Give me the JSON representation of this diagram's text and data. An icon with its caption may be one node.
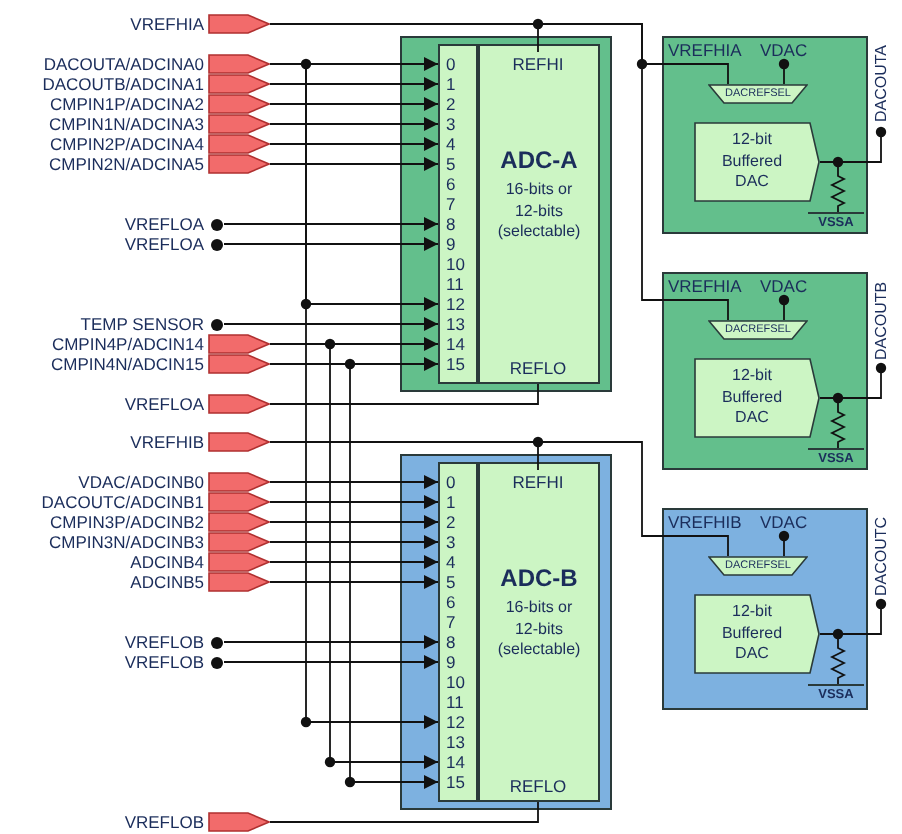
{
  "diagram": {
    "nodes": [
      {
        "text": [
          "VREFHIA"
        ]
      },
      {
        "text": [
          "DACOUTA/ADCINA0"
        ]
      },
      {
        "text": [
          "DACOUTB/ADCINA1"
        ]
      },
      {
        "text": [
          "CMPIN1P/ADCINA2"
        ]
      },
      {
        "text": [
          "CMPIN1N/ADCINA3"
        ]
      },
      {
        "text": [
          "CMPIN2P/ADCINA4"
        ]
      },
      {
        "text": [
          "CMPIN2N/ADCINA5"
        ]
      },
      {
        "text": [
          "VREFLOA"
        ]
      },
      {
        "text": [
          "VREFLOA"
        ]
      },
      {
        "text": [
          "TEMP SENSOR"
        ]
      },
      {
        "text": [
          "CMPIN4P/ADCIN14"
        ]
      },
      {
        "text": [
          "CMPIN4N/ADCIN15"
        ]
      },
      {
        "text": [
          "VREFLOA"
        ]
      },
      {
        "text": [
          "VREFHIB"
        ]
      },
      {
        "text": [
          "VDAC/ADCINB0"
        ]
      },
      {
        "text": [
          "DACOUTC/ADCINB1"
        ]
      },
      {
        "text": [
          "CMPIN3P/ADCINB2"
        ]
      },
      {
        "text": [
          "CMPIN3N/ADCINB3"
        ]
      },
      {
        "text": [
          "ADCINB4"
        ]
      },
      {
        "text": [
          "ADCINB5"
        ]
      },
      {
        "text": [
          "VREFLOB"
        ]
      },
      {
        "text": [
          "VREFLOB"
        ]
      },
      {
        "text": [
          "VREFLOB"
        ]
      },
      {
        "text": [],
        "shape": "box"
      },
      {
        "text": [],
        "shape": "box",
        "in": 23
      },
      {
        "text": [
          "0"
        ],
        "in": 24
      },
      {
        "text": [
          "1"
        ],
        "in": 24
      },
      {
        "text": [
          "2"
        ],
        "in": 24
      },
      {
        "text": [
          "3"
        ],
        "in": 24
      },
      {
        "text": [
          "4"
        ],
        "in": 24
      },
      {
        "text": [
          "5"
        ],
        "in": 24
      },
      {
        "text": [
          "6"
        ],
        "in": 24
      },
      {
        "text": [
          "7"
        ],
        "in": 24
      },
      {
        "text": [
          "8"
        ],
        "in": 24
      },
      {
        "text": [
          "9"
        ],
        "in": 24
      },
      {
        "text": [
          "10"
        ],
        "in": 24
      },
      {
        "text": [
          "11"
        ],
        "in": 24
      },
      {
        "text": [
          "12"
        ],
        "in": 24
      },
      {
        "text": [
          "13"
        ],
        "in": 24
      },
      {
        "text": [
          "14"
        ],
        "in": 24
      },
      {
        "text": [
          "15"
        ],
        "in": 24
      },
      {
        "text": [
          "ADC-A",
          "16-bits or 12-bits (selectable)"
        ],
        "in": 23
      },
      {
        "text": [
          "REFHI"
        ],
        "in": 41
      },
      {
        "text": [
          "REFLO"
        ],
        "in": 41
      },
      {
        "text": [],
        "shape": "box"
      },
      {
        "text": [],
        "shape": "box",
        "in": 44
      },
      {
        "text": [
          "0"
        ],
        "in": 45
      },
      {
        "text": [
          "1"
        ],
        "in": 45
      },
      {
        "text": [
          "2"
        ],
        "in": 45
      },
      {
        "text": [
          "3"
        ],
        "in": 45
      },
      {
        "text": [
          "4"
        ],
        "in": 45
      },
      {
        "text": [
          "5"
        ],
        "in": 45
      },
      {
        "text": [
          "6"
        ],
        "in": 45
      },
      {
        "text": [
          "7"
        ],
        "in": 45
      },
      {
        "text": [
          "8"
        ],
        "in": 45
      },
      {
        "text": [
          "9"
        ],
        "in": 45
      },
      {
        "text": [
          "10"
        ],
        "in": 45
      },
      {
        "text": [
          "11"
        ],
        "in": 45
      },
      {
        "text": [
          "12"
        ],
        "in": 45
      },
      {
        "text": [
          "13"
        ],
        "in": 45
      },
      {
        "text": [
          "14"
        ],
        "in": 45
      },
      {
        "text": [
          "15"
        ],
        "in": 45
      },
      {
        "text": [
          "ADC-B",
          "16-bits or 12-bits (selectable)"
        ],
        "in": 44
      },
      {
        "text": [
          "REFHI"
        ],
        "in": 62
      },
      {
        "text": [
          "REFLO"
        ],
        "in": 62
      },
      {
        "text": [],
        "shape": "box"
      },
      {
        "text": [
          "VDAC"
        ],
        "in": 65
      },
      {
        "text": [
          "DACREFSEL"
        ],
        "in": 65
      },
      {
        "text": [
          "12-bit Buffered DAC"
        ],
        "in": 65
      },
      {
        "text": [
          "VSSA"
        ],
        "in": 65
      },
      {
        "text": [
          "DACOUTA"
        ]
      },
      {
        "text": [],
        "shape": "box"
      },
      {
        "text": [
          "VDAC"
        ],
        "in": 71
      },
      {
        "text": [
          "DACREFSEL"
        ],
        "in": 71
      },
      {
        "text": [
          "12-bit Buffered DAC"
        ],
        "in": 71
      },
      {
        "text": [
          "VSSA"
        ],
        "in": 71
      },
      {
        "text": [
          "DACOUTB"
        ]
      },
      {
        "text": [],
        "shape": "box"
      },
      {
        "text": [
          "VDAC"
        ],
        "in": 77
      },
      {
        "text": [
          "DACREFSEL"
        ],
        "in": 77
      },
      {
        "text": [
          "12-bit Buffered DAC"
        ],
        "in": 77
      },
      {
        "text": [
          "VSSA"
        ],
        "in": 77
      },
      {
        "text": [
          "DACOUTC"
        ]
      }
    ],
    "edges": [
      {
        "from": 0,
        "to": 42,
        "arrow": "none"
      },
      {
        "from": 0,
        "to": 67,
        "arrow": "none"
      },
      {
        "from": 0,
        "to": 73,
        "arrow": "none"
      },
      {
        "from": 1,
        "to": 25,
        "arrow": "to"
      },
      {
        "from": 1,
        "to": 37,
        "arrow": "to"
      },
      {
        "from": 1,
        "to": 58,
        "arrow": "to"
      },
      {
        "from": 2,
        "to": 26,
        "arrow": "to"
      },
      {
        "from": 3,
        "to": 27,
        "arrow": "to"
      },
      {
        "from": 4,
        "to": 28,
        "arrow": "to"
      },
      {
        "from": 5,
        "to": 29,
        "arrow": "to"
      },
      {
        "from": 6,
        "to": 30,
        "arrow": "to"
      },
      {
        "from": 7,
        "to": 33,
        "arrow": "to"
      },
      {
        "from": 8,
        "to": 34,
        "arrow": "to"
      },
      {
        "from": 9,
        "to": 38,
        "arrow": "to"
      },
      {
        "from": 10,
        "to": 39,
        "arrow": "to"
      },
      {
        "from": 10,
        "to": 60,
        "arrow": "to"
      },
      {
        "from": 11,
        "to": 40,
        "arrow": "to"
      },
      {
        "from": 11,
        "to": 61,
        "arrow": "to"
      },
      {
        "from": 12,
        "to": 43,
        "arrow": "none"
      },
      {
        "from": 13,
        "to": 63,
        "arrow": "none"
      },
      {
        "from": 13,
        "to": 79,
        "arrow": "none"
      },
      {
        "from": 14,
        "to": 46,
        "arrow": "to"
      },
      {
        "from": 15,
        "to": 47,
        "arrow": "to"
      },
      {
        "from": 16,
        "to": 48,
        "arrow": "to"
      },
      {
        "from": 17,
        "to": 49,
        "arrow": "to"
      },
      {
        "from": 18,
        "to": 50,
        "arrow": "to"
      },
      {
        "from": 19,
        "to": 51,
        "arrow": "to"
      },
      {
        "from": 20,
        "to": 54,
        "arrow": "to"
      },
      {
        "from": 21,
        "to": 55,
        "arrow": "to"
      },
      {
        "from": 22,
        "to": 64,
        "arrow": "none"
      },
      {
        "from": 66,
        "to": 67,
        "arrow": "other"
      },
      {
        "from": 70,
        "to": 68,
        "arrow": "other"
      },
      {
        "from": 68,
        "to": 69,
        "arrow": "none"
      },
      {
        "from": 72,
        "to": 73,
        "arrow": "other"
      },
      {
        "from": 76,
        "to": 74,
        "arrow": "other"
      },
      {
        "from": 74,
        "to": 75,
        "arrow": "none"
      },
      {
        "from": 78,
        "to": 79,
        "arrow": "other"
      },
      {
        "from": 82,
        "to": 80,
        "arrow": "other"
      },
      {
        "from": 80,
        "to": 81,
        "arrow": "none"
      }
    ],
    "labels": [
      "VREFHIA",
      "VREFHIA",
      "VREFHIB"
    ]
  }
}
